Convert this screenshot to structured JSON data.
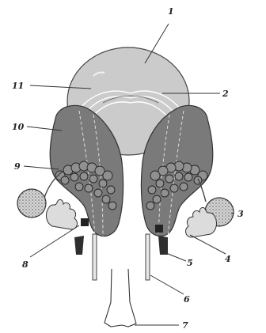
{
  "labels": {
    "l1": "1",
    "l2": "2",
    "l3": "3",
    "l4": "4",
    "l5": "5",
    "l6": "6",
    "l7": "7",
    "l8": "8",
    "l9": "9",
    "l10": "10",
    "l11": "11"
  },
  "colors": {
    "bladder": "#c9c9c9",
    "organ": "#777777",
    "outline": "#333333",
    "stipple": "#8a8a8a"
  }
}
